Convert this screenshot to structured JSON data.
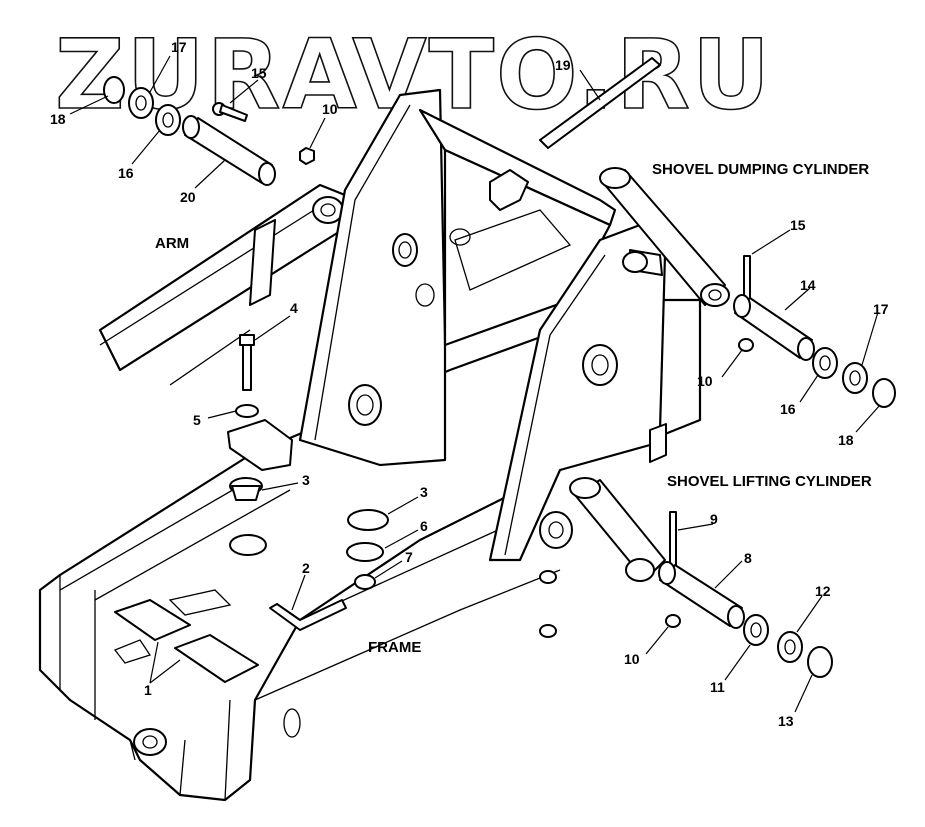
{
  "watermark": "ZURAVTO.RU",
  "labels": {
    "arm": "ARM",
    "frame": "FRAME",
    "dumping": "SHOVEL DUMPING CYLINDER",
    "lifting": "SHOVEL LIFTING CYLINDER"
  },
  "callouts": {
    "c1": "1",
    "c2": "2",
    "c3a": "3",
    "c3b": "3",
    "c4": "4",
    "c5": "5",
    "c6": "6",
    "c7": "7",
    "c8": "8",
    "c9": "9",
    "c10a": "10",
    "c10b": "10",
    "c10c": "10",
    "c11": "11",
    "c12": "12",
    "c13": "13",
    "c14": "14",
    "c15a": "15",
    "c15b": "15",
    "c16a": "16",
    "c16b": "16",
    "c17a": "17",
    "c17b": "17",
    "c18a": "18",
    "c18b": "18",
    "c19": "19",
    "c20": "20"
  }
}
